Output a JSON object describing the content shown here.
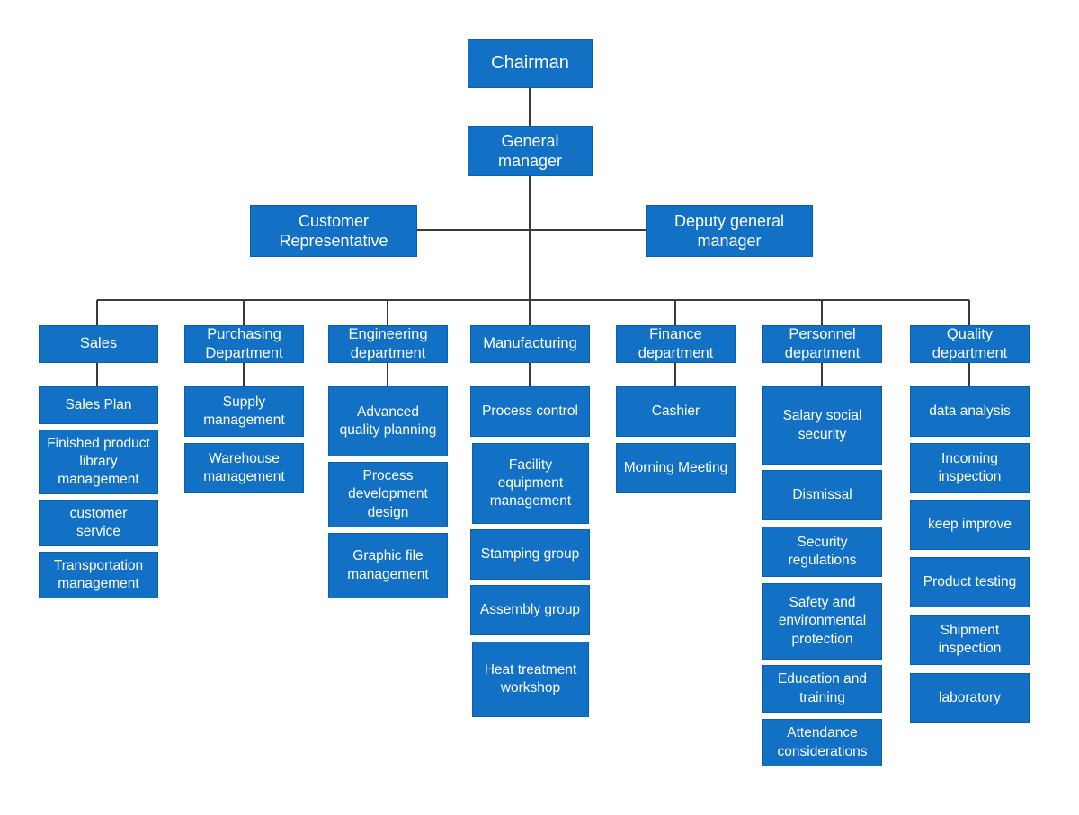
{
  "colors": {
    "node_fill": "#1271c4",
    "node_border": "#0d5fa8",
    "node_text": "#ffffff",
    "connector": "#3a3a3a",
    "background": "#ffffff"
  },
  "org": {
    "chairman": "Chairman",
    "general_manager": "General\nmanager",
    "customer_representative": "Customer\nRepresentative",
    "deputy_general_manager": "Deputy general\nmanager",
    "departments": [
      {
        "name": "Sales",
        "units": [
          "Sales Plan",
          "Finished product\nlibrary\nmanagement",
          "customer\nservice",
          "Transportation\nmanagement"
        ]
      },
      {
        "name": "Purchasing\nDepartment",
        "units": [
          "Supply\nmanagement",
          "Warehouse\nmanagement"
        ]
      },
      {
        "name": "Engineering\ndepartment",
        "units": [
          "Advanced\nquality planning",
          "Process\ndevelopment\ndesign",
          "Graphic file\nmanagement"
        ]
      },
      {
        "name": "Manufacturing",
        "units": [
          "Process control",
          "Facility\nequipment\nmanagement",
          "Stamping group",
          "Assembly group",
          "Heat treatment\nworkshop"
        ]
      },
      {
        "name": "Finance\ndepartment",
        "units": [
          "Cashier",
          "Morning Meeting"
        ]
      },
      {
        "name": "Personnel\ndepartment",
        "units": [
          "Salary social\nsecurity",
          "Dismissal",
          "Security\nregulations",
          "Safety and\nenvironmental\nprotection",
          "Education and\ntraining",
          "Attendance\nconsiderations"
        ]
      },
      {
        "name": "Quality\ndepartment",
        "units": [
          "data analysis",
          "Incoming\ninspection",
          "keep improve",
          "Product testing",
          "Shipment\ninspection",
          "laboratory"
        ]
      }
    ]
  }
}
